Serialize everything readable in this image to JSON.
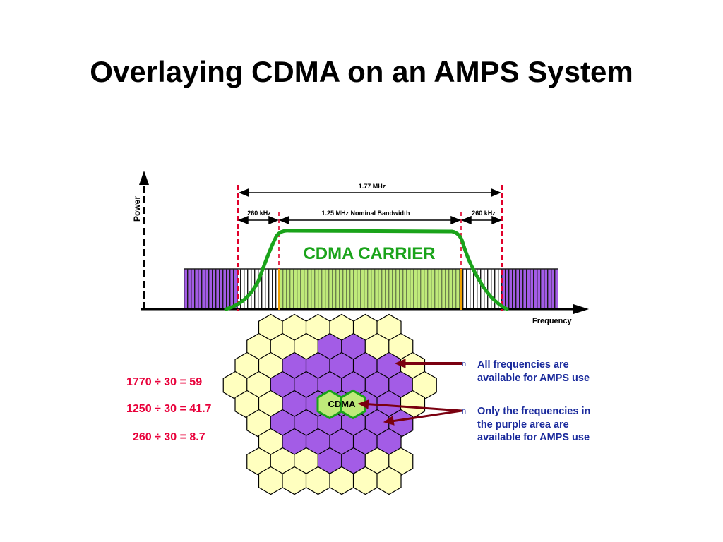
{
  "title": "Overlaying CDMA on an AMPS System",
  "spectrum": {
    "y_axis_label": "Power",
    "x_axis_label": "Frequency",
    "total_span_label": "1.77 MHz",
    "guard_left_label": "260 kHz",
    "nominal_label": "1.25 MHz Nominal Bandwidth",
    "guard_right_label": "260 kHz",
    "carrier_label": "CDMA CARRIER"
  },
  "cell_label": "CDMA",
  "calculations": [
    "1770 ÷ 30 = 59",
    "1250 ÷ 30 = 41.7",
    "260 ÷ 30 = 8.7"
  ],
  "notes": [
    {
      "bullet": "n",
      "text": "All frequencies are available for AMPS use"
    },
    {
      "bullet": "n",
      "text": "Only the frequencies in the purple area are available for AMPS use"
    }
  ],
  "colors": {
    "amps_purple": "#a35ce6",
    "cdma_green": "#1aa31a",
    "carrier_fill": "#bfea7a",
    "outer_cell_yellow": "#ffffbf",
    "marker_red": "#e0002a",
    "calc_red": "#e8003a",
    "note_blue": "#1a2a9c",
    "arrow_maroon": "#7a0010"
  }
}
